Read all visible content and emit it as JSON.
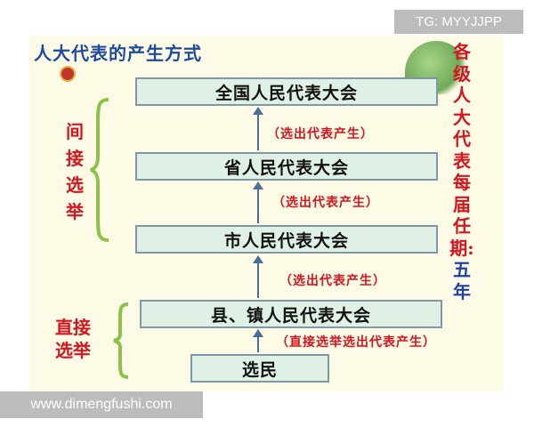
{
  "watermark_top": "TG: MYYJJPP",
  "watermark_bottom": "www.dimengfushi.com",
  "title": "人大代表的产生方式",
  "levels": [
    "全国人民代表大会",
    "省人民代表大会",
    "市人民代表大会",
    "县、镇人民代表大会",
    "选民"
  ],
  "selection_labels": [
    "（选出代表产生）",
    "（选出代表产生）",
    "（选出代表产生）",
    "（直接选举选出代表产生）"
  ],
  "indirect_label": "间接选举",
  "indirect_chars": [
    "间",
    "接",
    "选",
    "举"
  ],
  "direct_label_lines": [
    "直接",
    "选举"
  ],
  "term_text": "各级人大代表每届任期:",
  "term_chars": [
    "各",
    "级",
    "人",
    "大",
    "代",
    "表",
    "每",
    "届",
    "任",
    "期:"
  ],
  "term_value_chars": [
    "五",
    "年"
  ],
  "colors": {
    "title": "#1f4b9c",
    "red": "#d4141f",
    "blue": "#1f3fa6",
    "box_fill": "#dff0e4",
    "brace": "#8bc34a"
  }
}
